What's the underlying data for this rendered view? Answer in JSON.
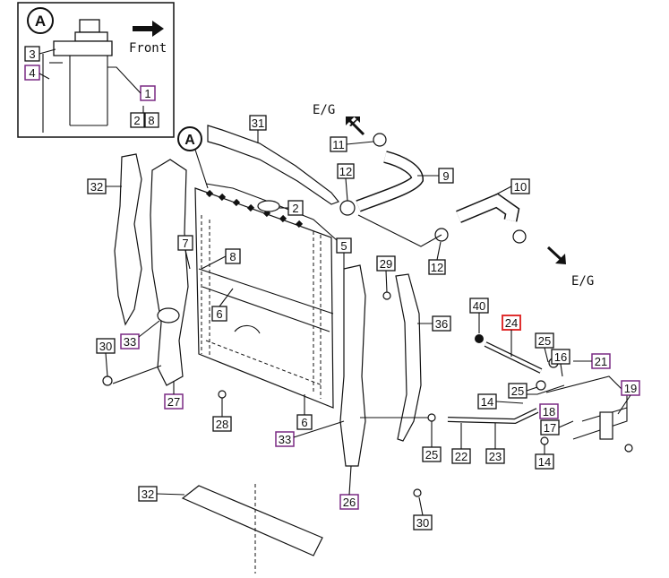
{
  "inset": {
    "circle_label": "A",
    "front_label": "Front",
    "labels": [
      "3",
      "4",
      "1",
      "2",
      "8"
    ]
  },
  "engine_labels": {
    "upper": "E/G",
    "right": "E/G"
  },
  "callouts": {
    "31": "31",
    "2": "2",
    "11": "11",
    "12a": "12",
    "9": "9",
    "10": "10",
    "12b": "12",
    "32a": "32",
    "7": "7",
    "8": "8",
    "6a": "6",
    "5": "5",
    "29": "29",
    "36": "36",
    "33a": "33",
    "30a": "30",
    "27": "27",
    "40": "40",
    "24": "24",
    "25a": "25",
    "16a": "16",
    "21": "21",
    "25b": "25",
    "19": "19",
    "14a": "14",
    "18": "18",
    "17": "17",
    "14b": "14",
    "28": "28",
    "6b": "6",
    "33b": "33",
    "25c": "25",
    "22": "22",
    "23": "23",
    "26": "26",
    "32b": "32",
    "30b": "30"
  },
  "main_circle_label": "A"
}
